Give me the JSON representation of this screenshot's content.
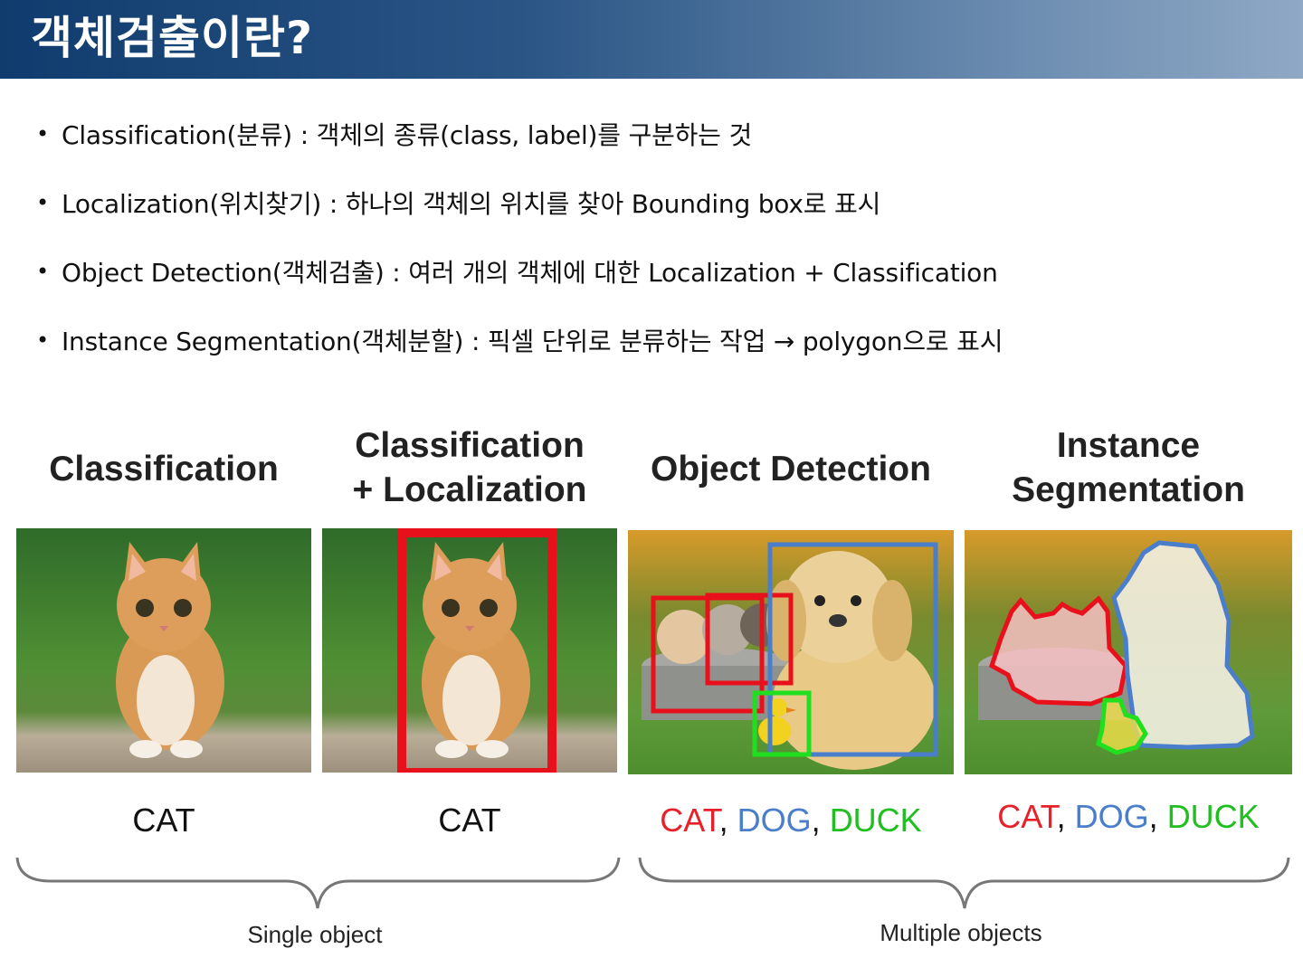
{
  "title": "객체검출이란?",
  "bullets": [
    "Classification(분류) : 객체의 종류(class, label)를 구분하는 것",
    "Localization(위치찾기) : 하나의 객체의 위치를 찾아 Bounding box로 표시",
    "Object Detection(객체검출) : 여러 개의 객체에 대한 Localization + Classification",
    "Instance Segmentation(객체분할) : 픽셀 단위로 분류하는 작업 → polygon으로 표시"
  ],
  "bullet_symbol": "•",
  "headings": {
    "classification": "Classification",
    "cls_loc": "Classification\n+ Localization",
    "detection": "Object Detection",
    "segmentation": "Instance\nSegmentation"
  },
  "labels": {
    "cat": "CAT",
    "cat2": "CAT",
    "det_cat": "CAT",
    "det_dog": "DOG",
    "det_duck": "DUCK",
    "seg_cat": "CAT",
    "seg_dog": "DOG",
    "seg_duck": "DUCK",
    "comma": ", "
  },
  "groups": {
    "single": "Single object",
    "multiple": "Multiple objects"
  },
  "colors": {
    "cat": "#e8202a",
    "dog": "#4a7ecb",
    "duck": "#1fbf1f"
  }
}
